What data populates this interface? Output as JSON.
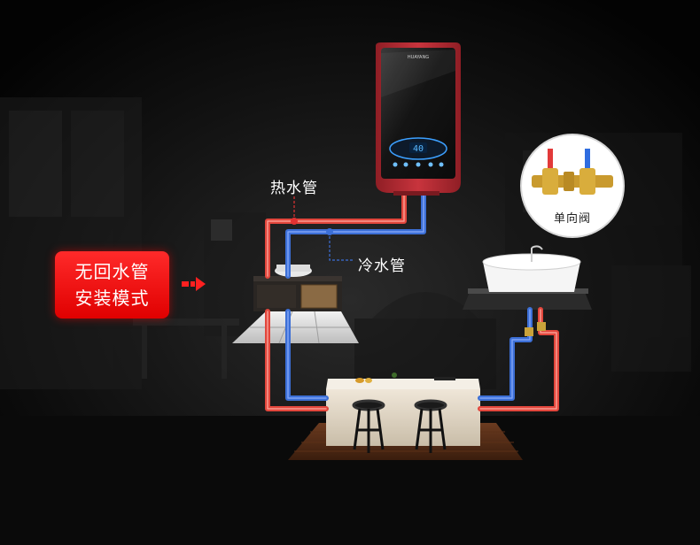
{
  "labels": {
    "hot_pipe": "热水管",
    "cold_pipe": "冷水管",
    "check_valve": "单向阀",
    "install_mode_line1": "无回水管",
    "install_mode_line2": "安装模式"
  },
  "heater": {
    "brand": "HUAYANG",
    "display_value": "40"
  },
  "colors": {
    "hot_pipe": "#e2463c",
    "cold_pipe": "#3c6fd6",
    "badge": "#ff1a1a",
    "heater_body": "#b92d35"
  },
  "icons": [
    "arrow-right-icon",
    "water-heater-icon",
    "check-valve-icon",
    "sink-icon",
    "bathtub-icon",
    "stool-icon"
  ]
}
